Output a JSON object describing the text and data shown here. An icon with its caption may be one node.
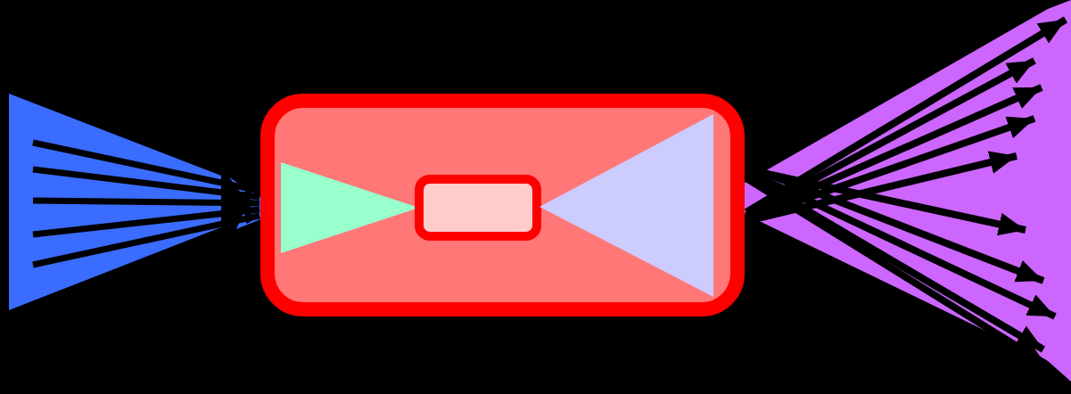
{
  "diagram": {
    "nodes": [
      {
        "text": [],
        "shape": "triangle"
      },
      {
        "text": [],
        "shape": "box"
      },
      {
        "text": [],
        "shape": "triangle",
        "in": 1
      },
      {
        "text": [],
        "shape": "box",
        "in": 1
      },
      {
        "text": [],
        "shape": "triangle",
        "in": 1
      },
      {
        "text": [],
        "shape": "triangle"
      }
    ],
    "edges": [
      {
        "from": 0,
        "to": 1,
        "arrow": "to"
      },
      {
        "from": 0,
        "to": 1,
        "arrow": "to"
      },
      {
        "from": 0,
        "to": 1,
        "arrow": "to"
      },
      {
        "from": 0,
        "to": 1,
        "arrow": "to"
      },
      {
        "from": 0,
        "to": 1,
        "arrow": "to"
      },
      {
        "from": 1,
        "to": 5,
        "arrow": "to"
      },
      {
        "from": 1,
        "to": 5,
        "arrow": "to"
      },
      {
        "from": 1,
        "to": 5,
        "arrow": "to"
      },
      {
        "from": 1,
        "to": 5,
        "arrow": "to"
      },
      {
        "from": 1,
        "to": 5,
        "arrow": "to"
      },
      {
        "from": 1,
        "to": 5,
        "arrow": "to"
      },
      {
        "from": 1,
        "to": 5,
        "arrow": "to"
      },
      {
        "from": 1,
        "to": 5,
        "arrow": "to"
      },
      {
        "from": 1,
        "to": 5,
        "arrow": "to"
      },
      {
        "from": 1,
        "to": 5,
        "arrow": "to"
      }
    ]
  }
}
